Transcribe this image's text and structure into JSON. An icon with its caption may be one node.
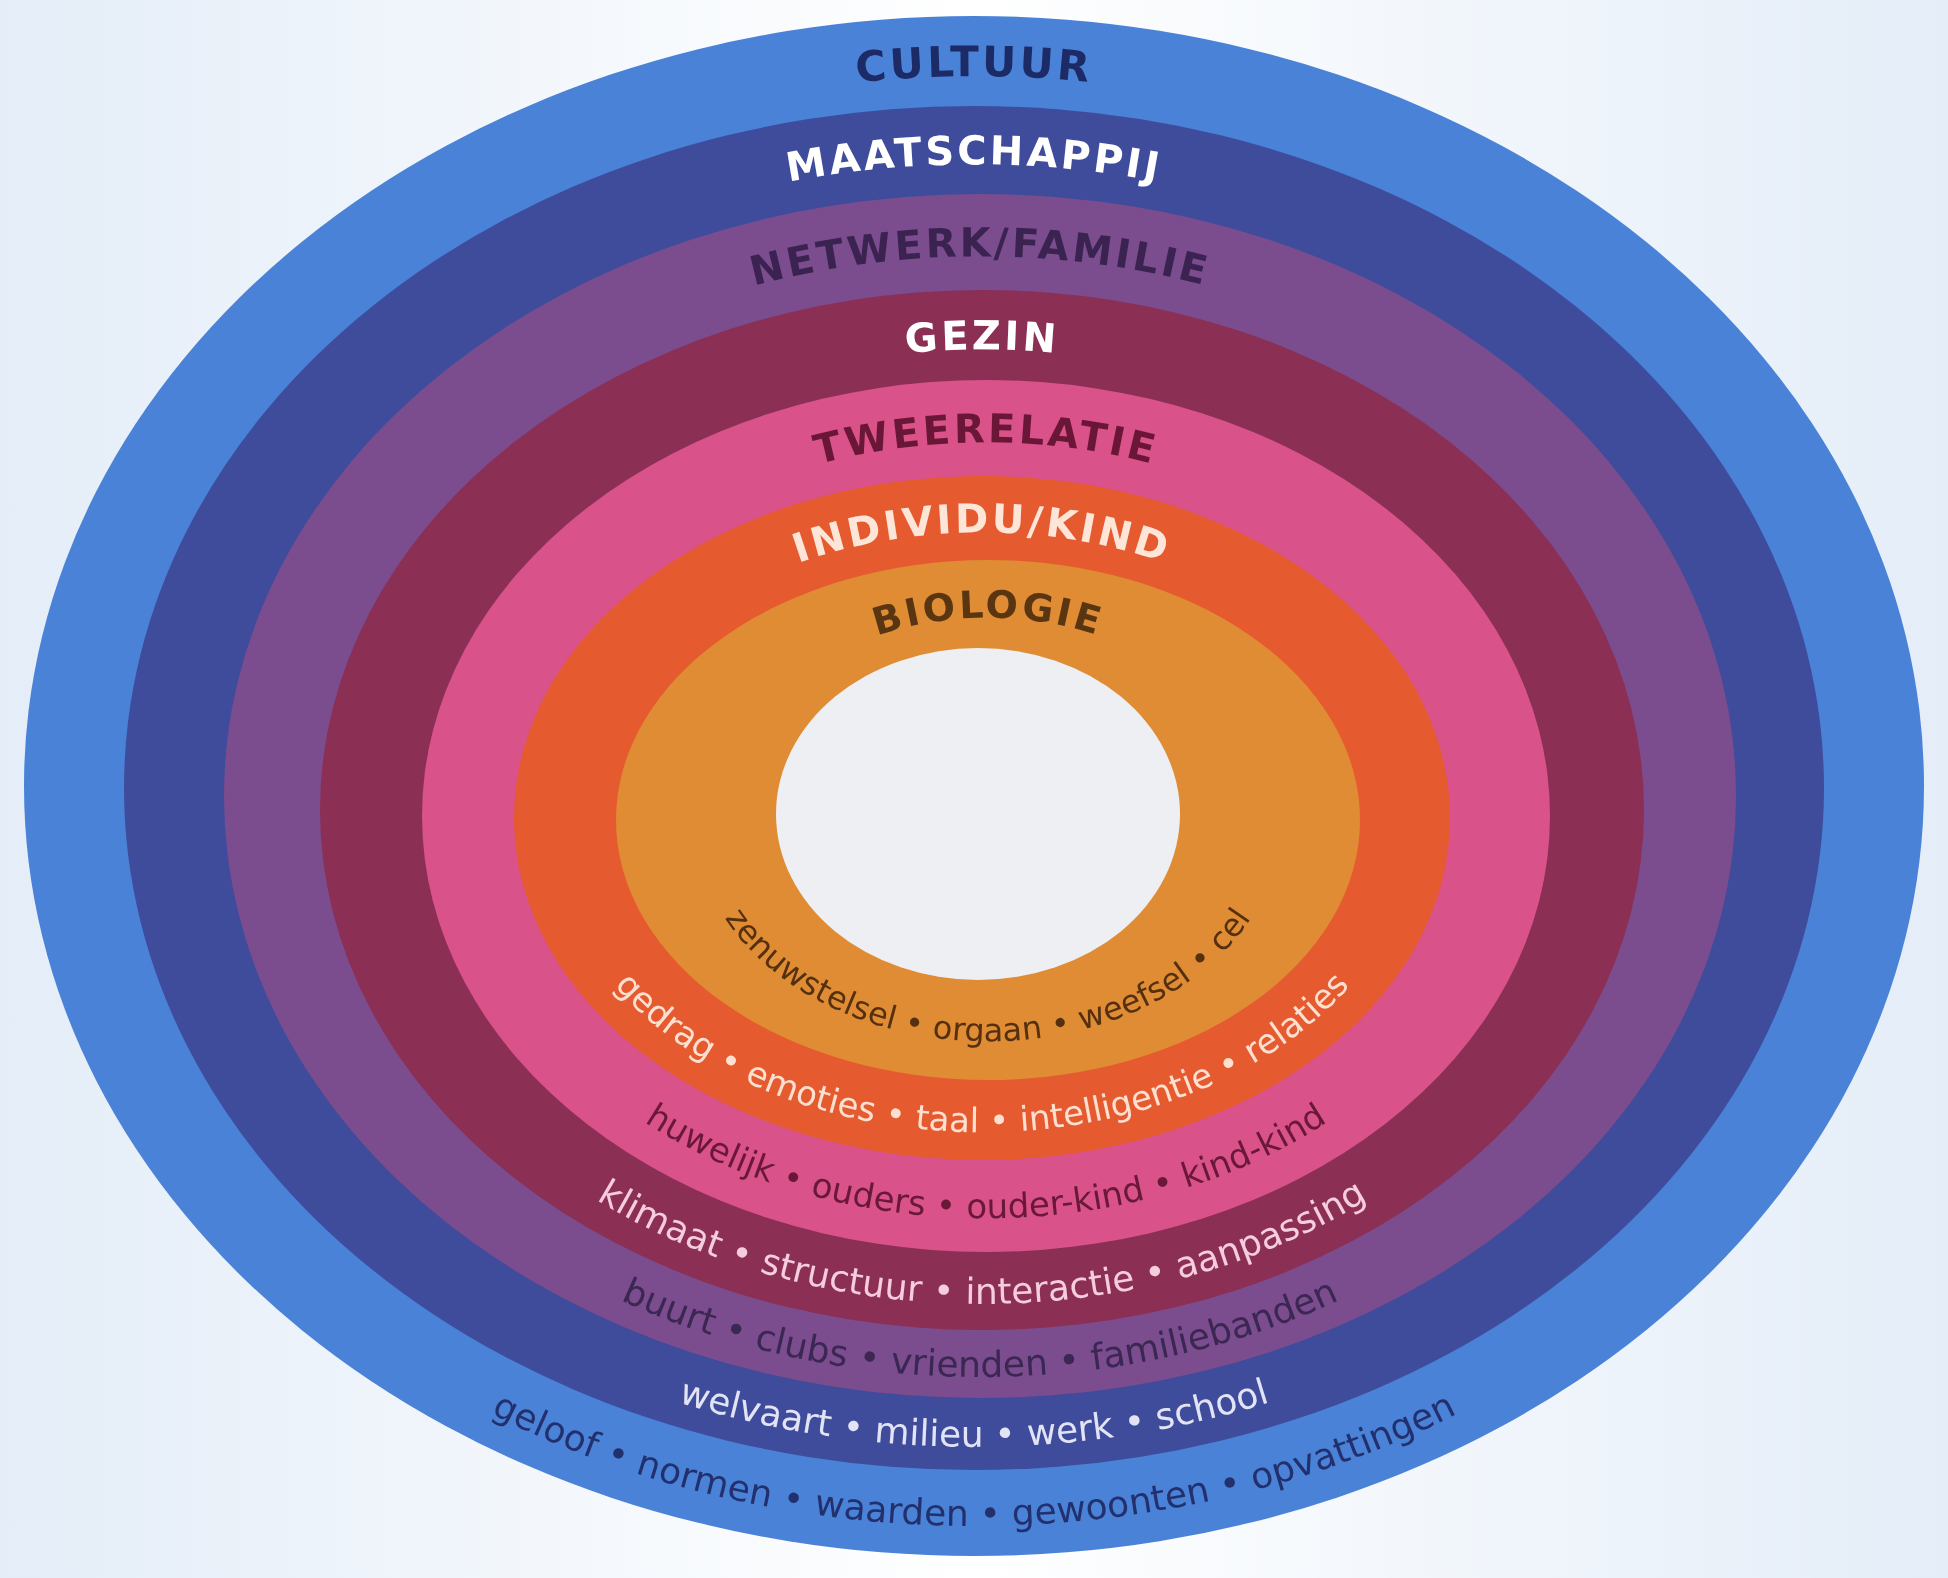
{
  "diagram": {
    "nodes": [
      {
        "text": [
          "CULTUUR"
        ]
      },
      {
        "text": [
          "MAATSCHAPPIJ"
        ],
        "in": 0
      },
      {
        "text": [
          "NETWERK/FAMILIE"
        ],
        "in": 1
      },
      {
        "text": [
          "GEZIN"
        ],
        "in": 2
      },
      {
        "text": [
          "TWEERELATIE"
        ],
        "in": 3
      },
      {
        "text": [
          "INDIVIDU/KIND"
        ],
        "in": 4
      },
      {
        "text": [
          "BIOLOGIE"
        ],
        "in": 5
      },
      {
        "text": [],
        "shape": "circle",
        "in": 6
      }
    ],
    "labels": [
      "zenuwstelsel • orgaan • weefsel • cel",
      "gedrag • emoties • taal • intelligentie • relaties",
      "huwelijk • ouders • ouder-kind • kind-kind",
      "klimaat • structuur • interactie • aanpassing",
      "buurt • clubs • vrienden • familiebanden",
      "welvaart • milieu • werk • school",
      "geloof • normen • waarden • gewoonten • opvattingen"
    ]
  }
}
